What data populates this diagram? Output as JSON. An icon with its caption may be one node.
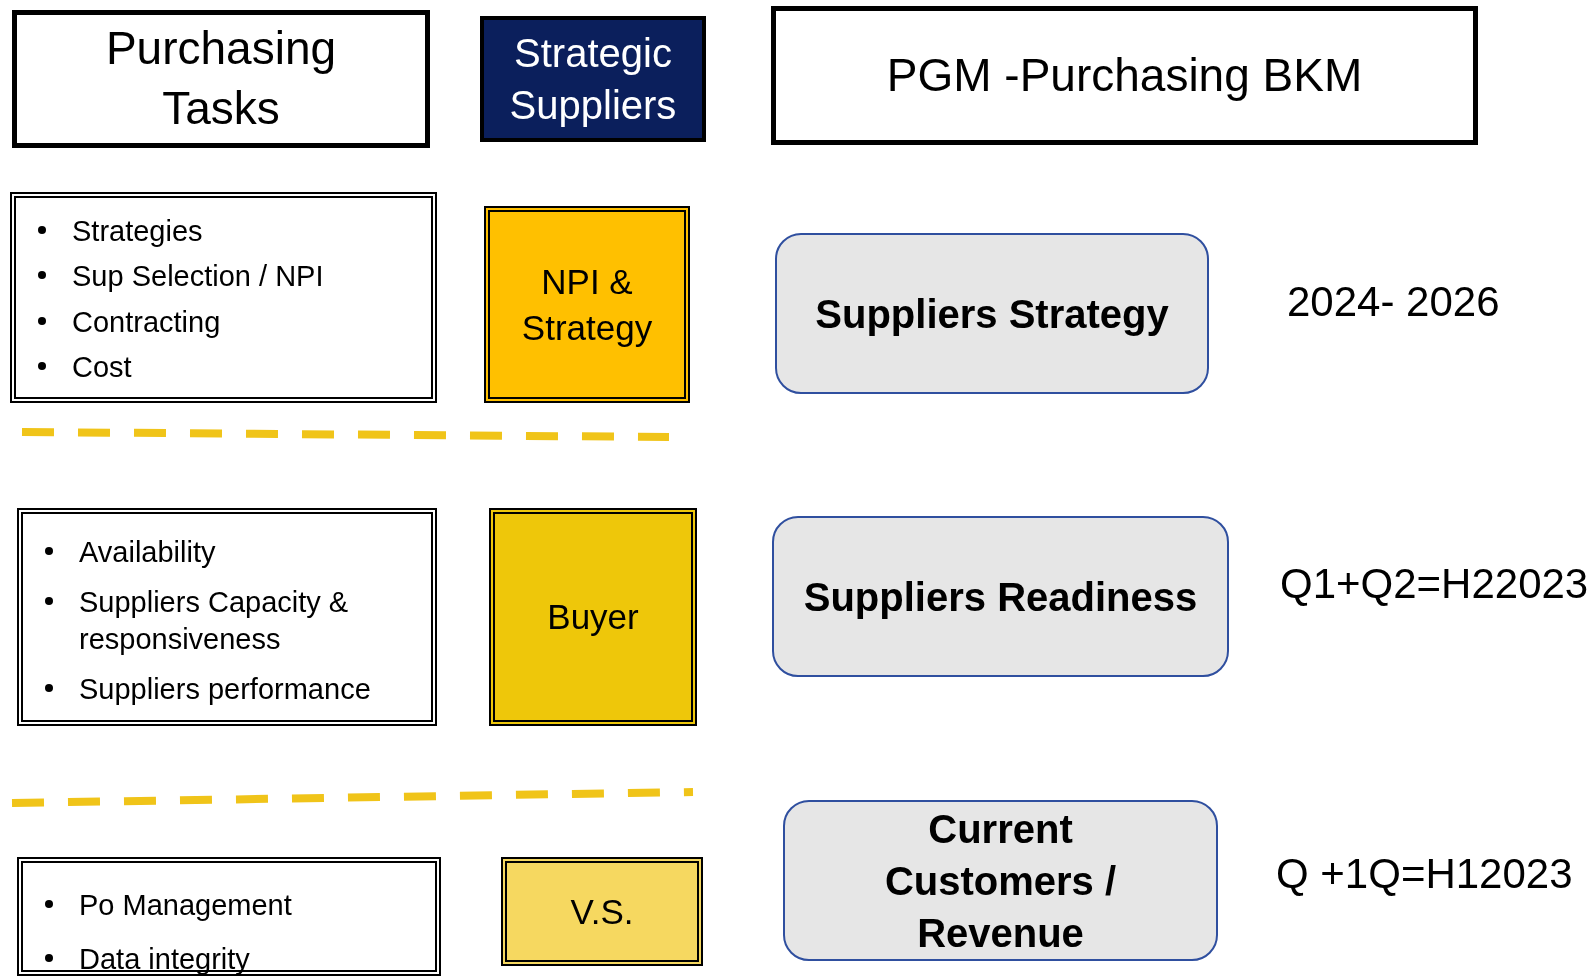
{
  "diagram": {
    "nodes": [
      {
        "text": [
          "Purchasing Tasks"
        ]
      },
      {
        "text": [
          "Strategic Suppliers"
        ]
      },
      {
        "text": [
          "PGM -Purchasing BKM"
        ]
      },
      {
        "text": [
          "Strategies",
          "Sup Selection / NPI",
          "Contracting",
          "Cost"
        ]
      },
      {
        "text": [
          "NPI & Strategy"
        ]
      },
      {
        "text": [
          "Suppliers Strategy"
        ],
        "beside": [
          "2024- 2026"
        ]
      },
      {
        "text": [
          "Availability",
          "Suppliers Capacity & responsiveness",
          "Suppliers performance"
        ]
      },
      {
        "text": [
          "Buyer"
        ]
      },
      {
        "text": [
          "Suppliers Readiness"
        ],
        "beside": [
          "Q1+Q2=H22023"
        ]
      },
      {
        "text": [
          "Po Management",
          "Data integrity"
        ]
      },
      {
        "text": [
          "V.S."
        ]
      },
      {
        "text": [
          "Current Customers / Revenue"
        ],
        "beside": [
          "Q +1Q=H12023"
        ]
      }
    ]
  }
}
